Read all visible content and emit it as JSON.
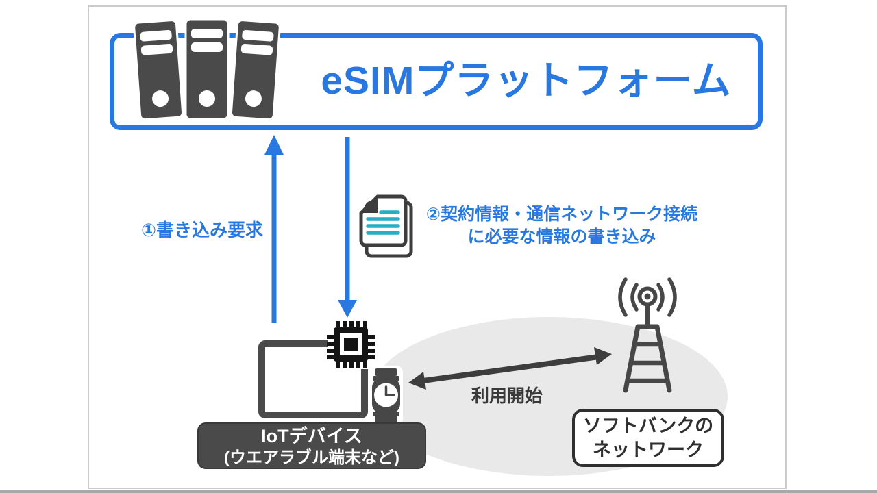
{
  "colors": {
    "accent_blue": "#2878e0",
    "icon_dark_gray": "#454545",
    "document_teal": "#25aec6",
    "coverage_ellipse_gray": "#e9e9e9",
    "device_box_fill": "#4a4a4a"
  },
  "platform": {
    "title": "eSIMプラットフォーム"
  },
  "labels": {
    "write_request": "①書き込み要求",
    "write_info_line1": "②契約情報・通信ネットワーク接続",
    "write_info_line2": "に必要な情報の書き込み",
    "usage_start": "利用開始"
  },
  "device_box": {
    "line1": "IoTデバイス",
    "line2": "(ウエアラブル端末など)"
  },
  "network_box": {
    "line1": "ソフトバンクの",
    "line2": "ネットワーク"
  },
  "icons": {
    "platform": "server-rack-icon",
    "profile": "document-icon",
    "device_chip": "sim-chip-icon",
    "device_watch": "smartwatch-icon",
    "device_tablet": "tablet-icon",
    "network": "radio-tower-icon"
  }
}
